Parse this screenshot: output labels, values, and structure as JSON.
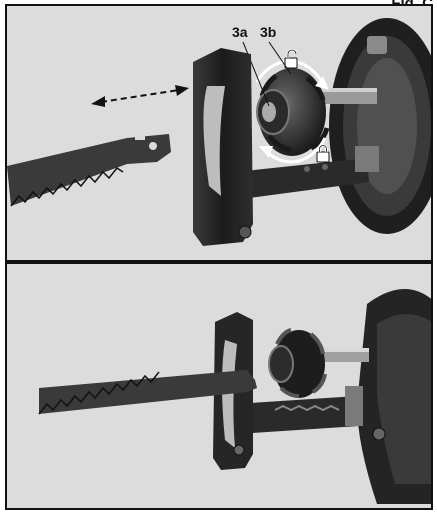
{
  "figure": {
    "label": "Fig. C"
  },
  "callouts": {
    "a": "3a",
    "b": "3b"
  },
  "icons": {
    "unlock": "open-padlock-icon",
    "lock": "closed-padlock-icon",
    "direction": "double-headed-dashed-arrow"
  },
  "colors": {
    "panel_bg": "#dcdcdc",
    "tool_body": "#2b2b2b",
    "blade": "#3a3a3a"
  }
}
